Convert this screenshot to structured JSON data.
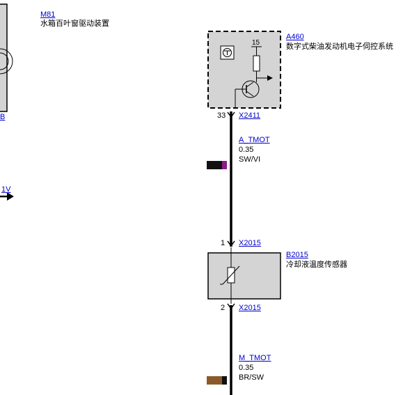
{
  "components": {
    "m81": {
      "id": "M81",
      "name": "水箱百叶窗驱动装置"
    },
    "a460": {
      "id": "A460",
      "name": "数字式柴油发动机电子伺控系统",
      "terminal": "15"
    },
    "b2015": {
      "id": "B2015",
      "name": "冷却液温度传感器"
    }
  },
  "left_partial": {
    "connector_tail": "B",
    "signal_tail": "1V"
  },
  "connectors": {
    "x2411": {
      "pin": "33",
      "label": "X2411"
    },
    "x2015_top": {
      "pin": "1",
      "label": "X2015"
    },
    "x2015_bottom": {
      "pin": "2",
      "label": "X2015"
    }
  },
  "wires": {
    "a_tmot": {
      "name": "A_TMOT",
      "gauge": "0.35",
      "color_code": "SW/VI",
      "color1": "#111111",
      "color2": "#8a1a8a"
    },
    "m_tmot": {
      "name": "M_TMOT",
      "gauge": "0.35",
      "color_code": "BR/SW",
      "color1": "#8b5a2b",
      "color2": "#111111"
    }
  },
  "colors": {
    "link": "#0000cc",
    "component_fill": "#d4d4d4",
    "wire": "#000000"
  }
}
